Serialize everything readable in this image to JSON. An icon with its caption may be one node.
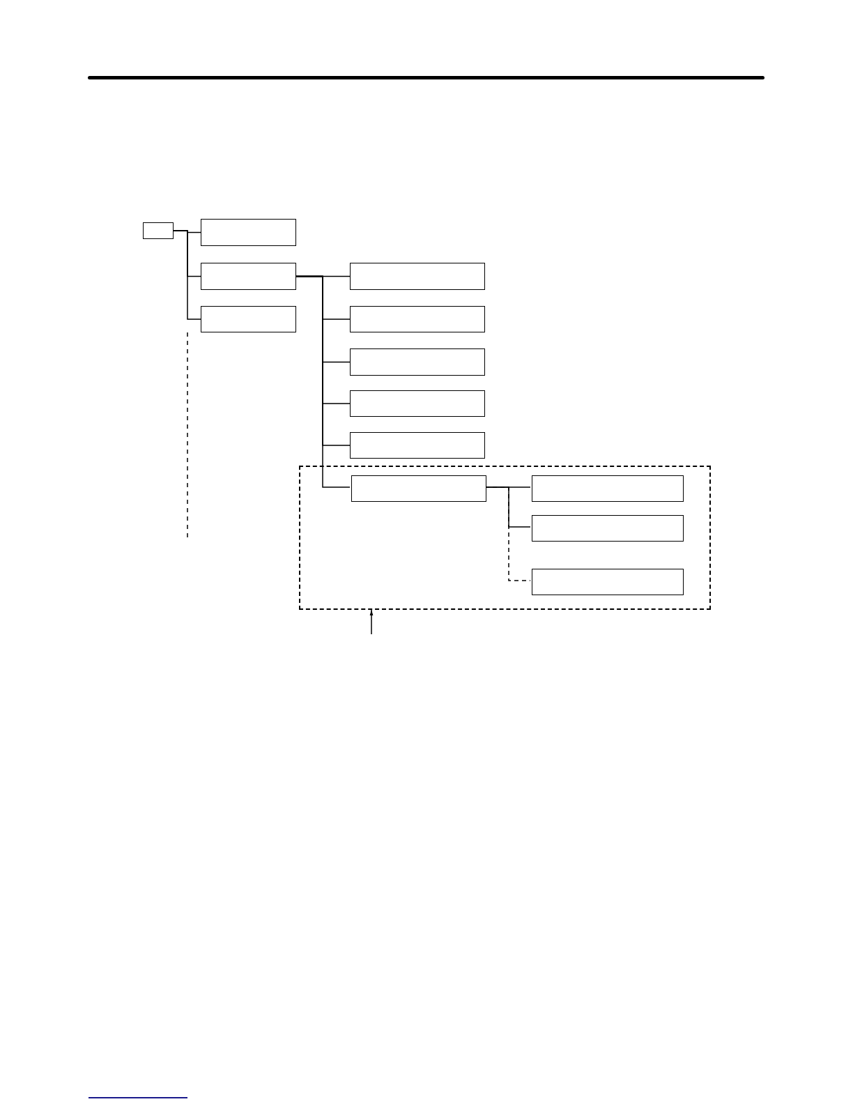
{
  "diagram": {
    "nodes": [
      {
        "text": [],
        "shape": "box"
      },
      {
        "text": [],
        "shape": "box"
      },
      {
        "text": [],
        "shape": "box"
      },
      {
        "text": [],
        "shape": "box"
      },
      {
        "text": [],
        "shape": "box"
      },
      {
        "text": [],
        "shape": "box"
      },
      {
        "text": [],
        "shape": "box"
      },
      {
        "text": [],
        "shape": "box"
      },
      {
        "text": [],
        "shape": "box"
      },
      {
        "text": [],
        "shape": "box"
      },
      {
        "text": [],
        "shape": "box",
        "in": 9
      },
      {
        "text": [],
        "shape": "box",
        "in": 9
      },
      {
        "text": [],
        "shape": "box",
        "in": 9
      },
      {
        "text": [],
        "shape": "box",
        "in": 9
      }
    ],
    "edges": [
      {
        "from": 0,
        "to": 1,
        "arrow": "none"
      },
      {
        "from": 0,
        "to": 2,
        "arrow": "none"
      },
      {
        "from": 0,
        "to": 3,
        "arrow": "none"
      },
      {
        "from": 2,
        "to": 4,
        "arrow": "none"
      },
      {
        "from": 2,
        "to": 5,
        "arrow": "none"
      },
      {
        "from": 2,
        "to": 6,
        "arrow": "none"
      },
      {
        "from": 2,
        "to": 7,
        "arrow": "none"
      },
      {
        "from": 2,
        "to": 8,
        "arrow": "none"
      },
      {
        "from": 2,
        "to": 10,
        "arrow": "none"
      },
      {
        "from": 10,
        "to": 11,
        "arrow": "none"
      },
      {
        "from": 10,
        "to": 12,
        "arrow": "none"
      },
      {
        "from": 10,
        "to": 13,
        "arrow": "none",
        "style": "dashed"
      },
      {
        "from": null,
        "to": 9,
        "arrow": "to"
      }
    ]
  }
}
